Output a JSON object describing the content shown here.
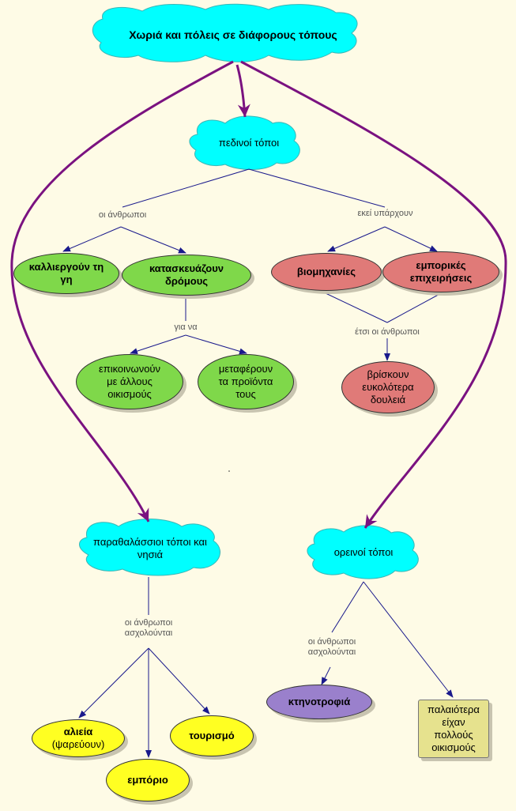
{
  "root": "Χωριά και πόλεις σε διάφορους τόπους",
  "plains": {
    "title": "πεδινοί τόποι",
    "people_label": "οι άνθρωποι",
    "there_label": "εκεί υπάρχουν",
    "farm": "καλλιεργούν τη γη",
    "roads": "κατασκευάζουν δρόμους",
    "so_label": "για να",
    "communicate": "επικοινωνούν με άλλους οικισμούς",
    "transport": "μεταφέρουν τα προϊόντα τους",
    "industry": "βιομηχανίες",
    "business": "εμπορικές επιχειρήσεις",
    "thus_label": "έτσι οι άνθρωποι",
    "jobs": "βρίσκουν ευκολότερα δουλειά"
  },
  "coastal": {
    "title": "παραθαλάσσιοι τόποι και νησιά",
    "people_label": "οι άνθρωποι ασχολούνται",
    "fishing": "αλιεία",
    "fishing_note": "(ψαρεύουν)",
    "trade": "εμπόριο",
    "tourism": "τουρισμό"
  },
  "mountain": {
    "title": "ορεινοί τόποι",
    "people_label": "οι άνθρωποι ασχολούνται",
    "livestock": "κτηνοτροφιά",
    "history": "παλαιότερα είχαν πολλούς οικισμούς"
  },
  "colors": {
    "cloud": "#00ffff",
    "main_arrow": "#7a1280",
    "link": "#1a1a8c",
    "green": "#7fd84a",
    "red": "#e07a78",
    "yellow": "#ffff22",
    "purple": "#9a80cc",
    "rect": "#e6e28e"
  }
}
